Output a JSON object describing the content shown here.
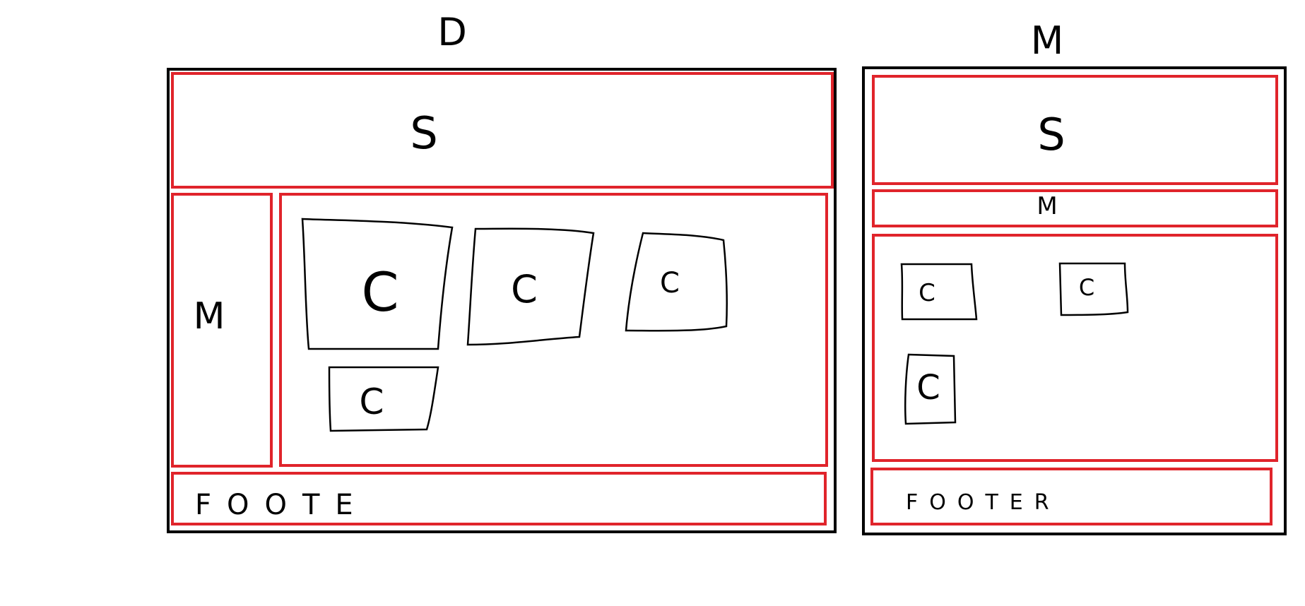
{
  "colors": {
    "outline": "#000000",
    "region": "#e0242b",
    "background": "#ffffff"
  },
  "desktop": {
    "title": "D",
    "header_label": "S",
    "sidebar_label": "M",
    "cards": [
      "C",
      "C",
      "C",
      "C"
    ],
    "footer_label": "FOOTE"
  },
  "mobile": {
    "title": "M",
    "header_label": "S",
    "menu_label": "M",
    "cards": [
      "C",
      "C",
      "C"
    ],
    "footer_label": "FOOTER"
  }
}
